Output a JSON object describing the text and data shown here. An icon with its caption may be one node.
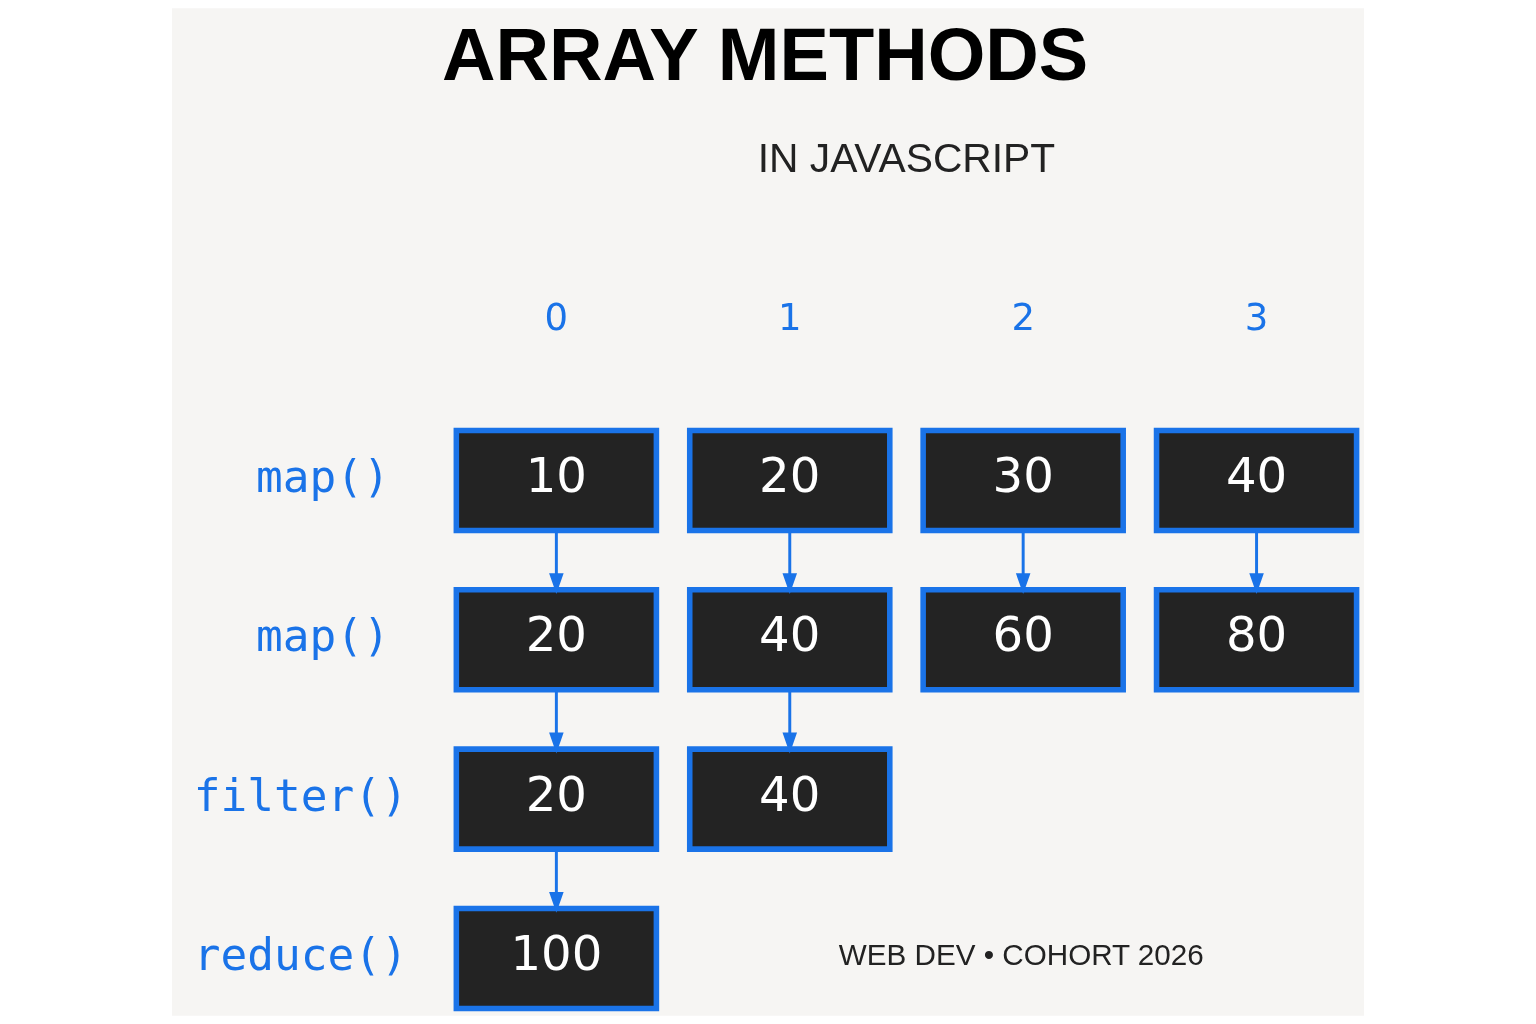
{
  "diagram": {
    "title": "ARRAY METHODS",
    "nodes": [
      {
        "text": [
          "10"
        ]
      },
      {
        "text": [
          "20"
        ]
      },
      {
        "text": [
          "30"
        ]
      },
      {
        "text": [
          "40"
        ]
      },
      {
        "text": [
          "20"
        ]
      },
      {
        "text": [
          "40"
        ]
      },
      {
        "text": [
          "60"
        ]
      },
      {
        "text": [
          "80"
        ]
      },
      {
        "text": [
          "20"
        ]
      },
      {
        "text": [
          "40"
        ]
      },
      {
        "text": [
          "100"
        ]
      }
    ],
    "edges": [
      {
        "from": 0,
        "to": 4,
        "arrow": "to"
      },
      {
        "from": 1,
        "to": 5,
        "arrow": "to"
      },
      {
        "from": 2,
        "to": 6,
        "arrow": "to"
      },
      {
        "from": 3,
        "to": 7,
        "arrow": "to"
      },
      {
        "from": 4,
        "to": 8,
        "arrow": "to"
      },
      {
        "from": 5,
        "to": 9,
        "arrow": "to"
      },
      {
        "from": 8,
        "to": 10,
        "arrow": "to"
      }
    ],
    "labels": [
      "IN JAVASCRIPT",
      "0",
      "1",
      "2",
      "3",
      "map()",
      "map()",
      "filter()",
      "reduce()",
      "WEB DEV • COHORT 2026"
    ]
  }
}
